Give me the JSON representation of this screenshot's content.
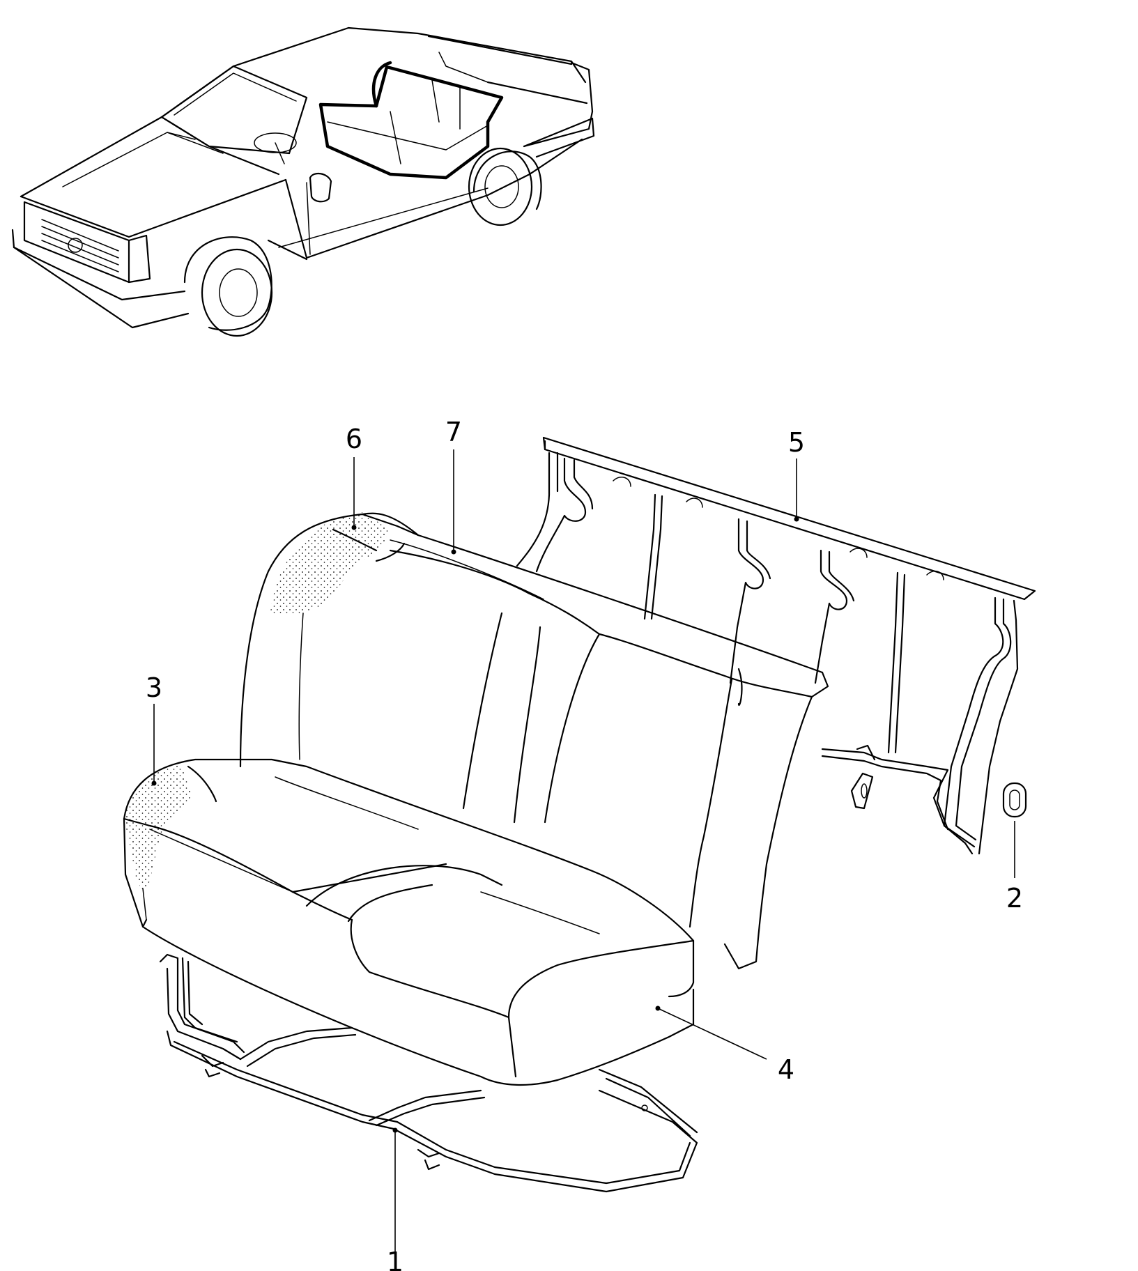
{
  "callouts": [
    {
      "id": "1",
      "label": "1"
    },
    {
      "id": "2",
      "label": "2"
    },
    {
      "id": "3",
      "label": "3"
    },
    {
      "id": "4",
      "label": "4"
    },
    {
      "id": "5",
      "label": "5"
    },
    {
      "id": "6",
      "label": "6"
    },
    {
      "id": "7",
      "label": "7"
    }
  ],
  "colors": {
    "line": "#000000",
    "background": "#ffffff",
    "stipple": "#000000"
  }
}
